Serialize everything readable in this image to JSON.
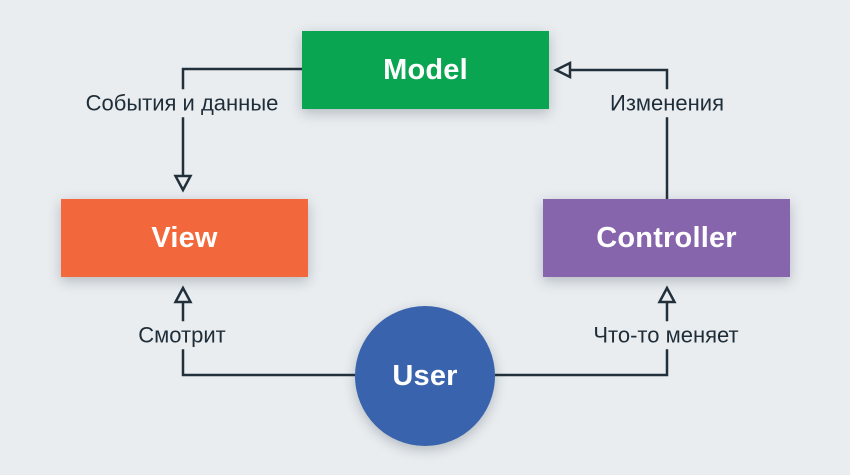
{
  "diagram": {
    "type": "flow-diagram",
    "subject": "MVC pattern interaction",
    "colors": {
      "background": "#e9edf0",
      "connector_line": "#22303c",
      "edge_label_text": "#1f2d38",
      "node_text": "#ffffff",
      "model_fill": "#0aa550",
      "view_fill": "#f2683c",
      "controller_fill": "#8765ac",
      "user_fill": "#3a63ad"
    },
    "nodes": {
      "model": {
        "label": "Model",
        "shape": "rectangle",
        "color": "#0aa550"
      },
      "view": {
        "label": "View",
        "shape": "rectangle",
        "color": "#f2683c"
      },
      "controller": {
        "label": "Controller",
        "shape": "rectangle",
        "color": "#8765ac"
      },
      "user": {
        "label": "User",
        "shape": "circle",
        "color": "#3a63ad"
      }
    },
    "edges": {
      "model_to_view": {
        "from": "Model",
        "to": "View",
        "label": "События и данные"
      },
      "controller_to_model": {
        "from": "Controller",
        "to": "Model",
        "label": "Изменения"
      },
      "user_to_view": {
        "from": "User",
        "to": "View",
        "label": "Смотрит"
      },
      "user_to_controller": {
        "from": "User",
        "to": "Controller",
        "label": "Что-то меняет"
      }
    }
  }
}
